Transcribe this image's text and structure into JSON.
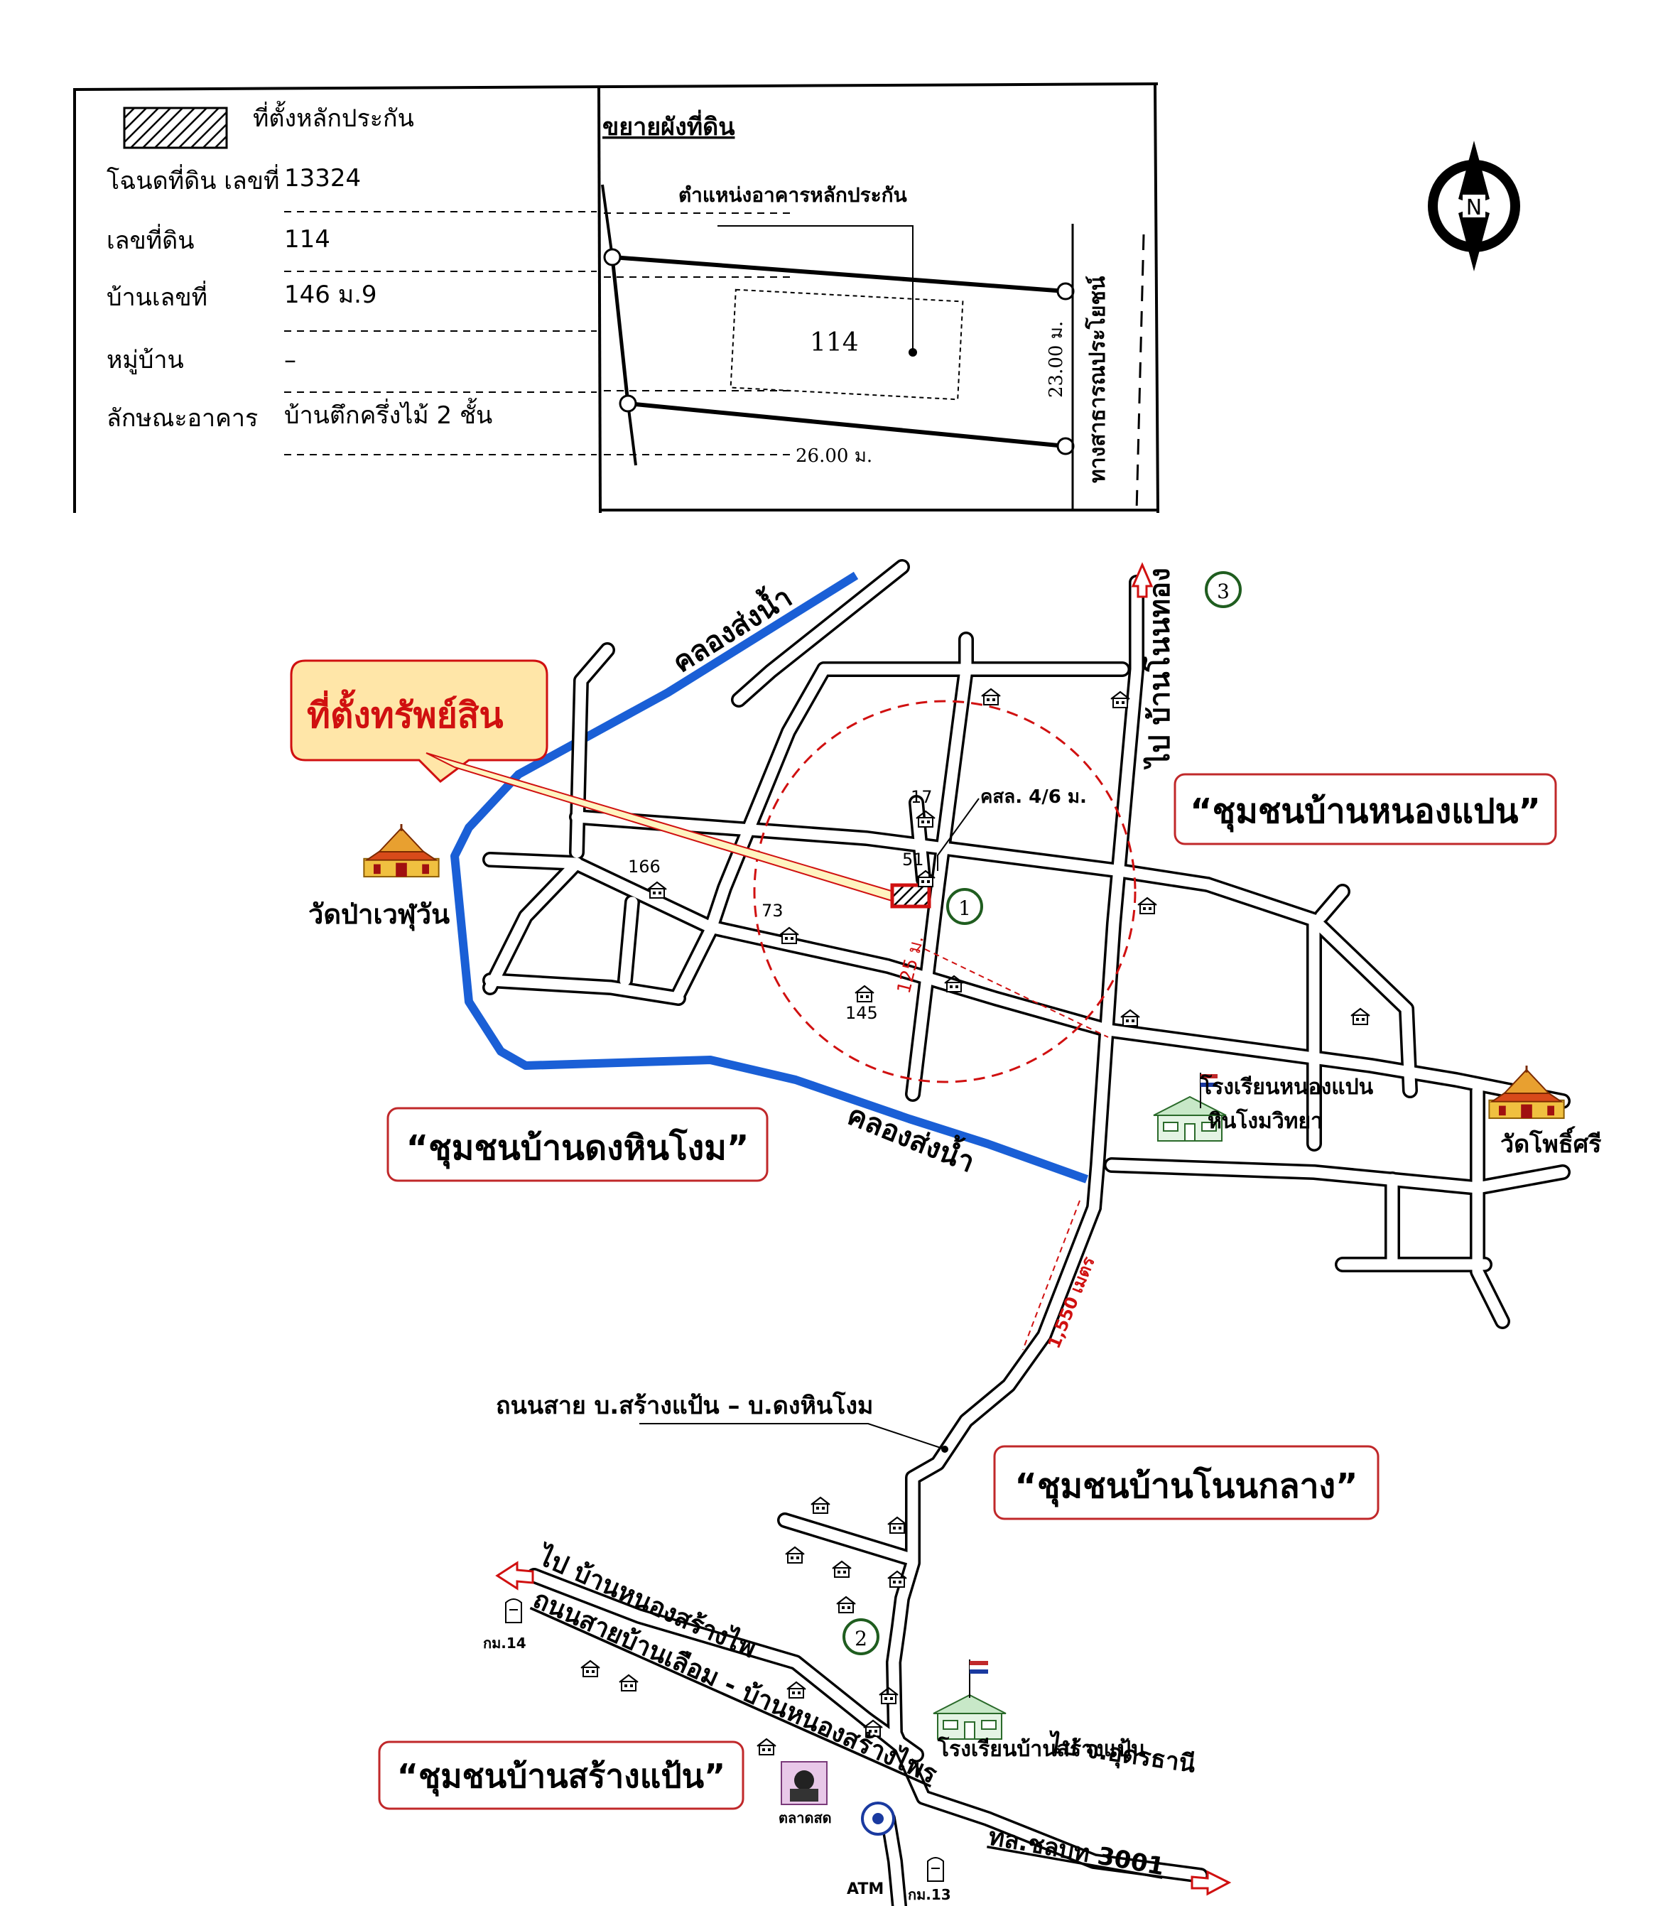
{
  "legend": {
    "marker_label": "ที่ตั้งหลักประกัน",
    "rows": [
      {
        "label": "โฉนดที่ดิน เลขที่",
        "value": "13324"
      },
      {
        "label": "เลขที่ดิน",
        "value": "114"
      },
      {
        "label": "บ้านเลขที่",
        "value": "146 ม.9"
      },
      {
        "label": "หมู่บ้าน",
        "value": "–"
      },
      {
        "label": "ลักษณะอาคาร",
        "value": "บ้านตึกครึ่งไม้ 2 ชั้น"
      }
    ]
  },
  "plot": {
    "title": "ขยายผังที่ดิน",
    "building_label": "ตำแหน่งอาคารหลักประกัน",
    "parcel_no": "114",
    "width_dim": "26.00 ม.",
    "depth_dim": "23.00 ม.",
    "road_label": "ทางสาธารณประโยชน์"
  },
  "compass": {
    "letter": "N"
  },
  "map": {
    "asset_callout": "ที่ตั้งทรัพย์สิน",
    "canal_label": "คลองส่งน้ำ",
    "temple_west": "วัดป่าเวฬุวัน",
    "temple_east": "วัดโพธิ์ศรี",
    "community_nongpaen": "“ชุมชนบ้านหนองแปน”",
    "community_donghinngom": "“ชุมชนบ้านดงหินโงม”",
    "community_nonklang": "“ชุมชนบ้านโนนกลาง”",
    "community_sangpaen": "“ชุมชนบ้านสร้างแป้น”",
    "to_nonthong": "ไป บ้านโนนทอง",
    "road_width": "คสล. 4/6 ม.",
    "dist_125": "125 ม.",
    "dist_1550": "1,550 เมตร",
    "road_sangpaen_dong": "ถนนสาย บ.สร้างแป้น – บ.ดงหินโงม",
    "to_nongsangphai": "ไป บ้านหนองสร้างไพ",
    "road_luam": "ถนนสายบ้านเลือม - บ้านหนองสร้างไพร",
    "road_code": "ทล.ชลบท 3001",
    "to_udon": "ไป จ.อุดรธานี",
    "school_nongpaen": "โรงเรียนหนองแปน",
    "school_nongpaen_2": "หินโงมวิทยา",
    "school_sangpaen": "โรงเรียนบ้านสร้างแป้น",
    "market": "ตลาดสด",
    "atm": "ATM",
    "km14": "กม.14",
    "km13": "กม.13",
    "marker_1": "1",
    "marker_2": "2",
    "marker_3": "3",
    "house_17": "17",
    "house_51": "51",
    "house_166": "166",
    "house_73": "73",
    "house_145": "145"
  },
  "colors": {
    "canal": "#1a5fd6",
    "road_outline": "#000000",
    "callout_red": "#d01010",
    "callout_fill": "#ffe6a8",
    "circle_green": "#1f5d1f",
    "community_border": "#c0282a"
  }
}
